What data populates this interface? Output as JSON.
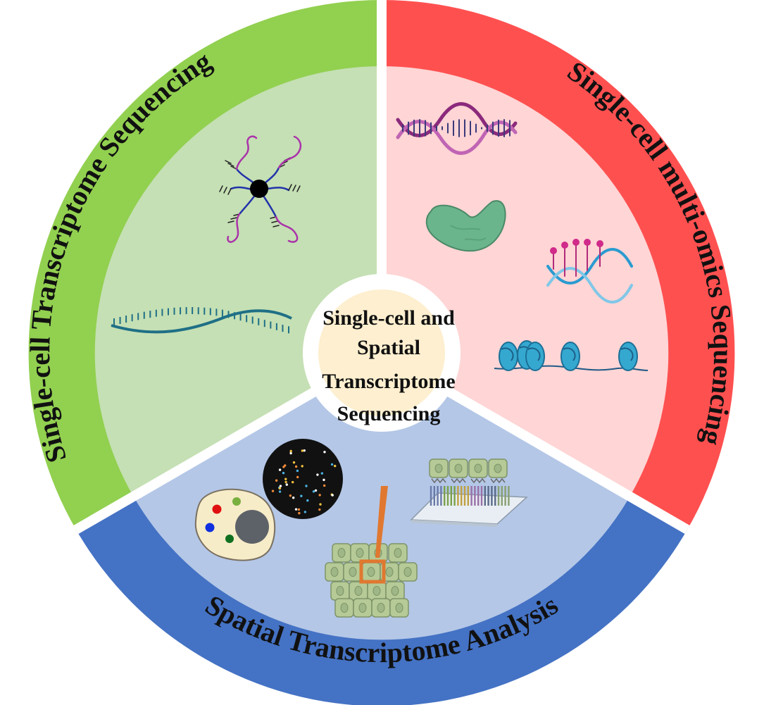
{
  "center": {
    "lines": [
      "Single-cell and",
      "Spatial",
      "Transcriptome",
      "Sequencing"
    ]
  },
  "segments": [
    {
      "label": "Single-cell Transcriptome Sequencing",
      "ring_color": "#92D050",
      "inner_color": "#C5E0B4",
      "icons": [
        "barcoded-bead-icon",
        "mrna-strand-icon"
      ]
    },
    {
      "label": "Single-cell multi-omics Sequencing",
      "ring_color": "#FF5050",
      "inner_color": "#FFD5D5",
      "icons": [
        "dna-double-helix-icon",
        "protein-blob-icon",
        "methylated-dna-icon",
        "nucleosome-chromatin-icon"
      ]
    },
    {
      "label": "Spatial Transcriptome Analysis",
      "ring_color": "#4472C4",
      "inner_color": "#B4C7E7",
      "icons": [
        "fish-stained-cell-icon",
        "microscope-field-icon",
        "laser-capture-tissue-icon",
        "spatial-array-slide-icon"
      ]
    }
  ],
  "colors": {
    "center_fill": "#FDEFCF",
    "separator": "#ffffff"
  }
}
